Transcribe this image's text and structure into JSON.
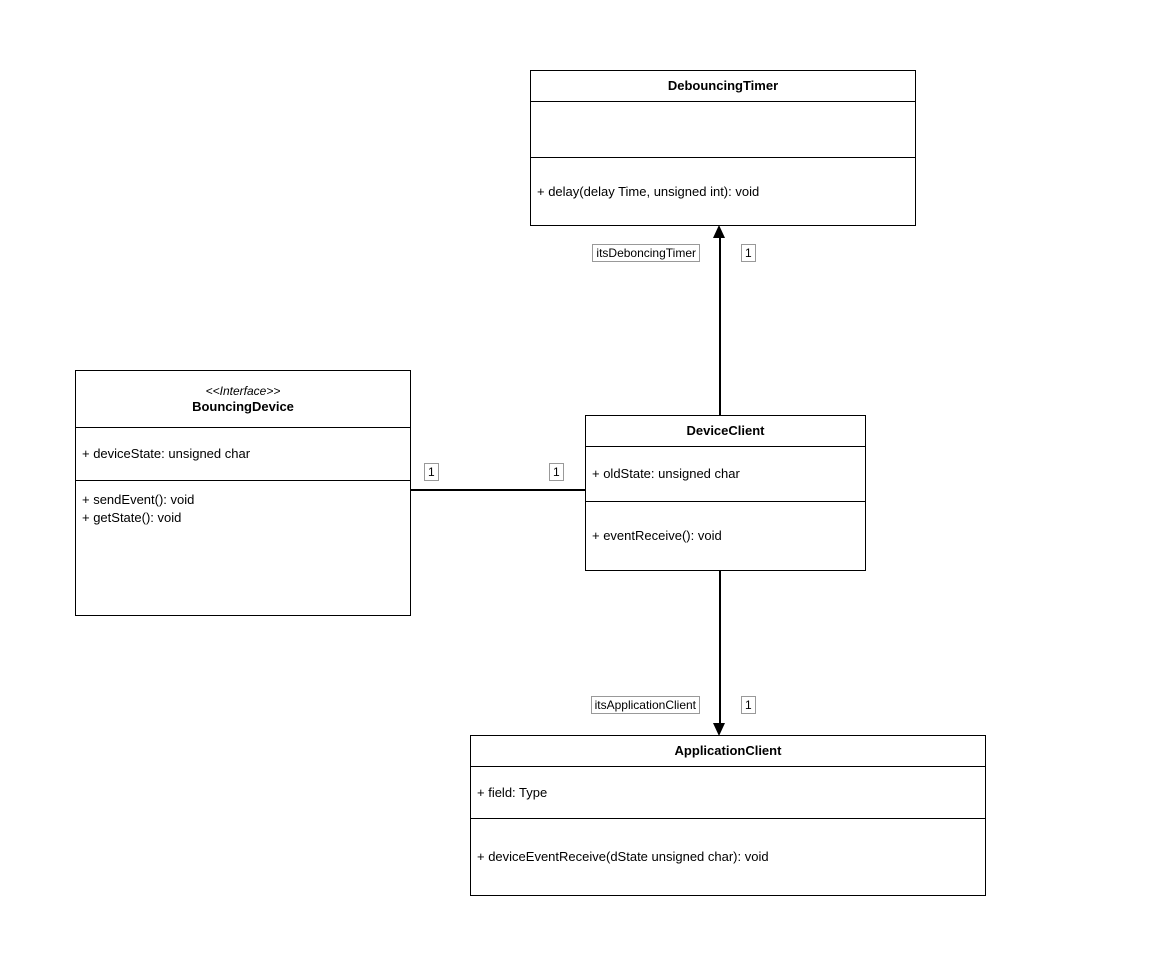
{
  "diagram": {
    "type": "uml-class-diagram",
    "colors": {
      "stroke": "#000000",
      "fill": "#ffffff",
      "text": "#000000",
      "label_border": "#999999"
    },
    "classes": {
      "debouncing_timer": {
        "name": "DebouncingTimer",
        "attributes": [],
        "operations": [
          "+ delay(delay Time, unsigned int): void"
        ]
      },
      "bouncing_device": {
        "stereotype": "<<Interface>>",
        "name": "BouncingDevice",
        "attributes": [
          "+ deviceState: unsigned char"
        ],
        "operations": [
          "+ sendEvent(): void",
          "+ getState(): void"
        ]
      },
      "device_client": {
        "name": "DeviceClient",
        "attributes": [
          "+ oldState: unsigned char"
        ],
        "operations": [
          "+ eventReceive(): void"
        ]
      },
      "application_client": {
        "name": "ApplicationClient",
        "attributes": [
          "+ field: Type"
        ],
        "operations": [
          "+ deviceEventReceive(dState unsigned char): void"
        ]
      }
    },
    "edges": {
      "client_to_timer": {
        "name": "itsDeboncingTimer",
        "multiplicity": "1"
      },
      "device_to_client": {
        "left_multiplicity": "1",
        "right_multiplicity": "1"
      },
      "client_to_application": {
        "name": "itsApplicationClient",
        "multiplicity": "1"
      }
    }
  }
}
